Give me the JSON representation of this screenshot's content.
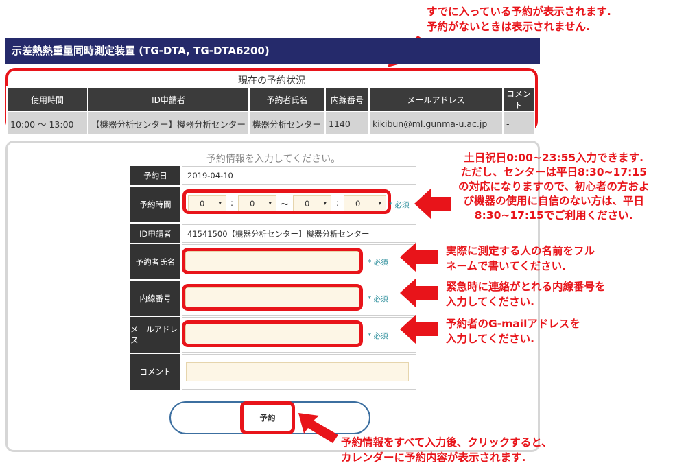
{
  "header": {
    "title": "示差熱熱重量同時測定装置 (TG-DTA, TG-DTA6200)"
  },
  "current_reservations": {
    "title": "現在の予約状況",
    "columns": [
      "使用時間",
      "ID申請者",
      "予約者氏名",
      "内線番号",
      "メールアドレス",
      "コメント"
    ],
    "rows": [
      [
        "10:00 ～ 13:00",
        "【機器分析センター】機器分析センター",
        "機器分析センター",
        "1140",
        "kikibun@ml.gunma-u.ac.jp",
        "-"
      ]
    ]
  },
  "form": {
    "title": "予約情報を入力してください。",
    "date_label": "予約日",
    "date_value": "2019-04-10",
    "time_label": "予約時間",
    "time_start_hour": "0",
    "time_start_minute": "0",
    "time_end_hour": "0",
    "time_end_minute": "0",
    "colon": ":",
    "tilde": "～",
    "caret": "▾",
    "required": "* 必須",
    "id_label": "ID申請者",
    "id_value": "41541500【機器分析センター】機器分析センター",
    "name_label": "予約者氏名",
    "ext_label": "内線番号",
    "email_label": "メールアドレス",
    "comment_label": "コメント",
    "submit_label": "予約"
  },
  "annotations": {
    "existing": [
      "すでに入っている予約が表示されます.",
      "予約がないときは表示されません."
    ],
    "time": [
      "土日祝日0:00~23:55入力できます.",
      "ただし、センターは平日8:30~17:15",
      "の対応になりますので、初心者の方およ",
      "び機器の使用に自信のない方は、平日",
      "8:30~17:15でご利用ください."
    ],
    "name": [
      "実際に測定する人の名前をフル",
      "ネームで書いてください."
    ],
    "ext": [
      "緊急時に連絡がとれる内線番号を",
      "入力してください."
    ],
    "email": [
      "予約者のG-mailアドレスを",
      "入力してください."
    ],
    "submit": [
      "予約情報をすべて入力後、クリックすると、",
      "カレンダーに予約内容が表示されます."
    ]
  },
  "colors": {
    "annotation_red": "#e8141a",
    "header_navy": "#252a6b",
    "label_dark": "#333333",
    "input_fill": "#fdf6e6",
    "required_teal": "#2e8f9c"
  }
}
